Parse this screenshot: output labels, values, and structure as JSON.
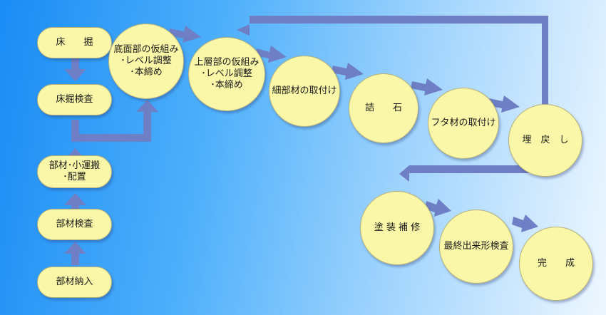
{
  "steps": {
    "yukahori": "床　　掘",
    "yukahori_kensa": "床掘検査",
    "buzai_unpan": "部材･小運搬\n･配置",
    "buzai_kensa": "部材検査",
    "buzai_nyuu": "部材納入",
    "teimen_kumi": "底面部の仮組み\n･レベル調整\n･本締め",
    "jousou_kumi": "上層部の仮組み\n･レベル調整\n･本締め",
    "saibu_toritsuke": "細部材の取付け",
    "tsumeishi": "詰　　石",
    "futa_toritsuke": "フタ材の取付け",
    "umemodoshi": "埋　戻　し",
    "tosou_hoshuu": "塗 装 補 修",
    "saishuu_kensa": "最終出来形検査",
    "kansei": "完　　成"
  },
  "colors": {
    "arrow": "#6f7fc6",
    "node_fill": "#fbf7a8",
    "background_left": "#1a8cf5",
    "background_right": "#eef7ff"
  }
}
